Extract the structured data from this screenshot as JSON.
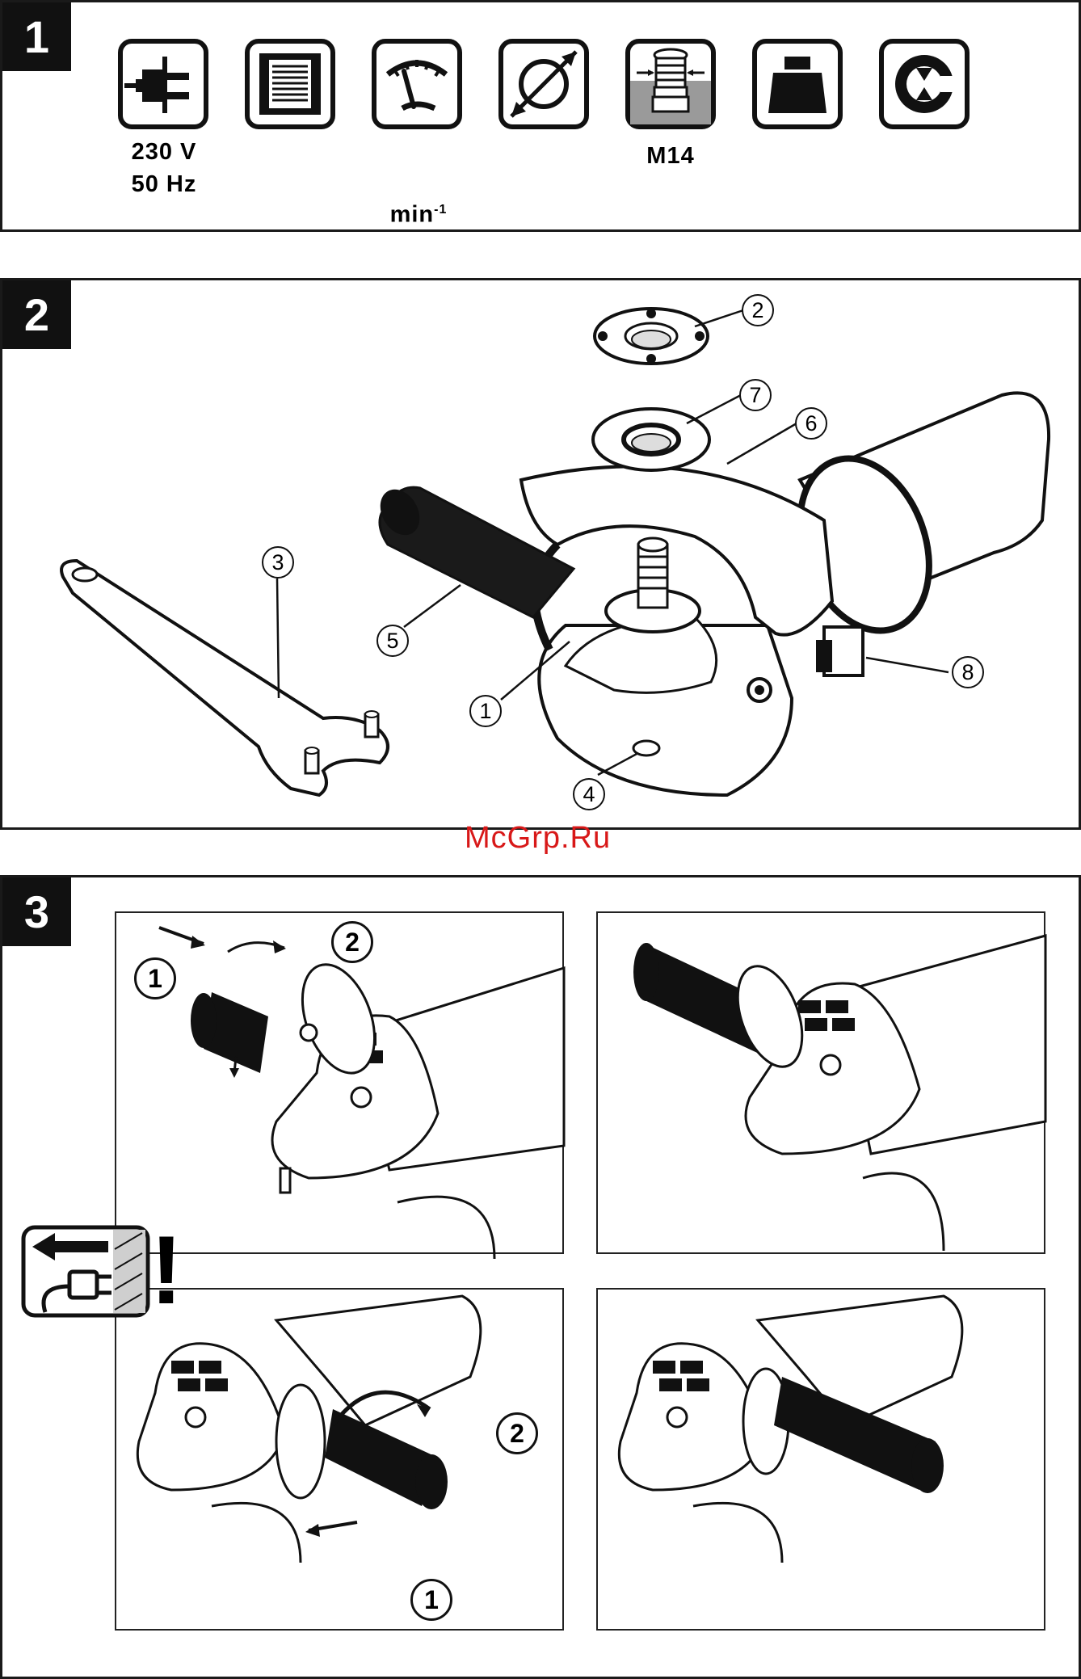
{
  "panels": [
    {
      "number": "1"
    },
    {
      "number": "2"
    },
    {
      "number": "3"
    }
  ],
  "specs": {
    "voltage": "230 V",
    "frequency": "50 Hz",
    "speed_unit": "min",
    "speed_exp": "-1",
    "spindle_thread": "M14",
    "icons": [
      "plug-icon",
      "rated-power-icon",
      "speed-gauge-icon",
      "disc-diameter-icon",
      "spindle-thread-icon",
      "weight-icon",
      "protection-class-icon"
    ]
  },
  "parts": {
    "callouts": [
      "1",
      "2",
      "3",
      "4",
      "5",
      "6",
      "7",
      "8"
    ]
  },
  "assembly": {
    "steps": [
      "1",
      "2"
    ],
    "warning_icon": "unplug-warning-icon",
    "warning_mark": "!"
  },
  "watermark": "McGrp.Ru"
}
